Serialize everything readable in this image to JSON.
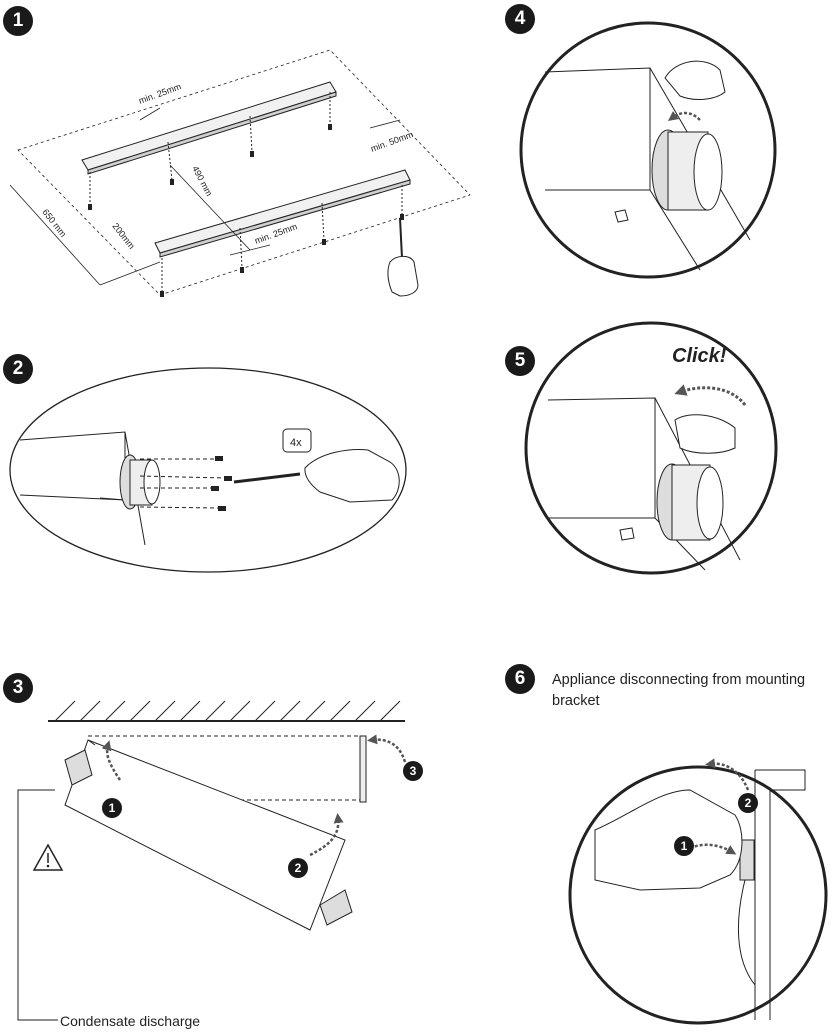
{
  "steps": [
    {
      "number": "1"
    },
    {
      "number": "2"
    },
    {
      "number": "3"
    },
    {
      "number": "4"
    },
    {
      "number": "5"
    },
    {
      "number": "6",
      "caption": "Appliance disconnecting from mounting bracket"
    }
  ],
  "step1": {
    "dim_min25_top": "min. 25mm",
    "dim_min50": "min. 50mm",
    "dim_490": "490 mm",
    "dim_650": "650 mm",
    "dim_200": "200mm",
    "dim_min25_bottom": "min. 25mm"
  },
  "step2": {
    "screw_count": "4x"
  },
  "step3": {
    "callouts": [
      "1",
      "2",
      "3"
    ],
    "condensate_label": "Condensate discharge",
    "warning_icon": "warning-triangle-icon"
  },
  "step5": {
    "click_text": "Click!"
  },
  "step6": {
    "callouts": [
      "1",
      "2"
    ]
  }
}
